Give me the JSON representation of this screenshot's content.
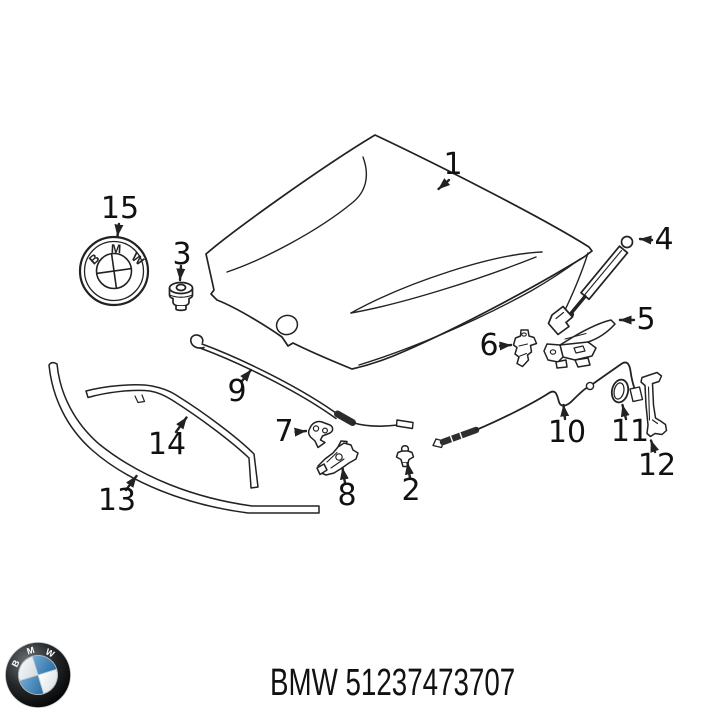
{
  "colors": {
    "line": "#222222",
    "text": "#111111",
    "bmw-blue-light": "#70aad4",
    "bmw-blue-dark": "#2a6ca3"
  },
  "diagram": {
    "callouts": [
      "1",
      "2",
      "3",
      "4",
      "5",
      "6",
      "7",
      "8",
      "9",
      "10",
      "11",
      "12",
      "13",
      "14",
      "15"
    ],
    "emblem": {
      "letters": {
        "b": "B",
        "m": "M",
        "w": "W"
      }
    }
  },
  "footer": {
    "roundel": {
      "letters": {
        "b": "B",
        "m": "M",
        "w": "W"
      }
    },
    "part_label": "BMW 51237473707"
  }
}
